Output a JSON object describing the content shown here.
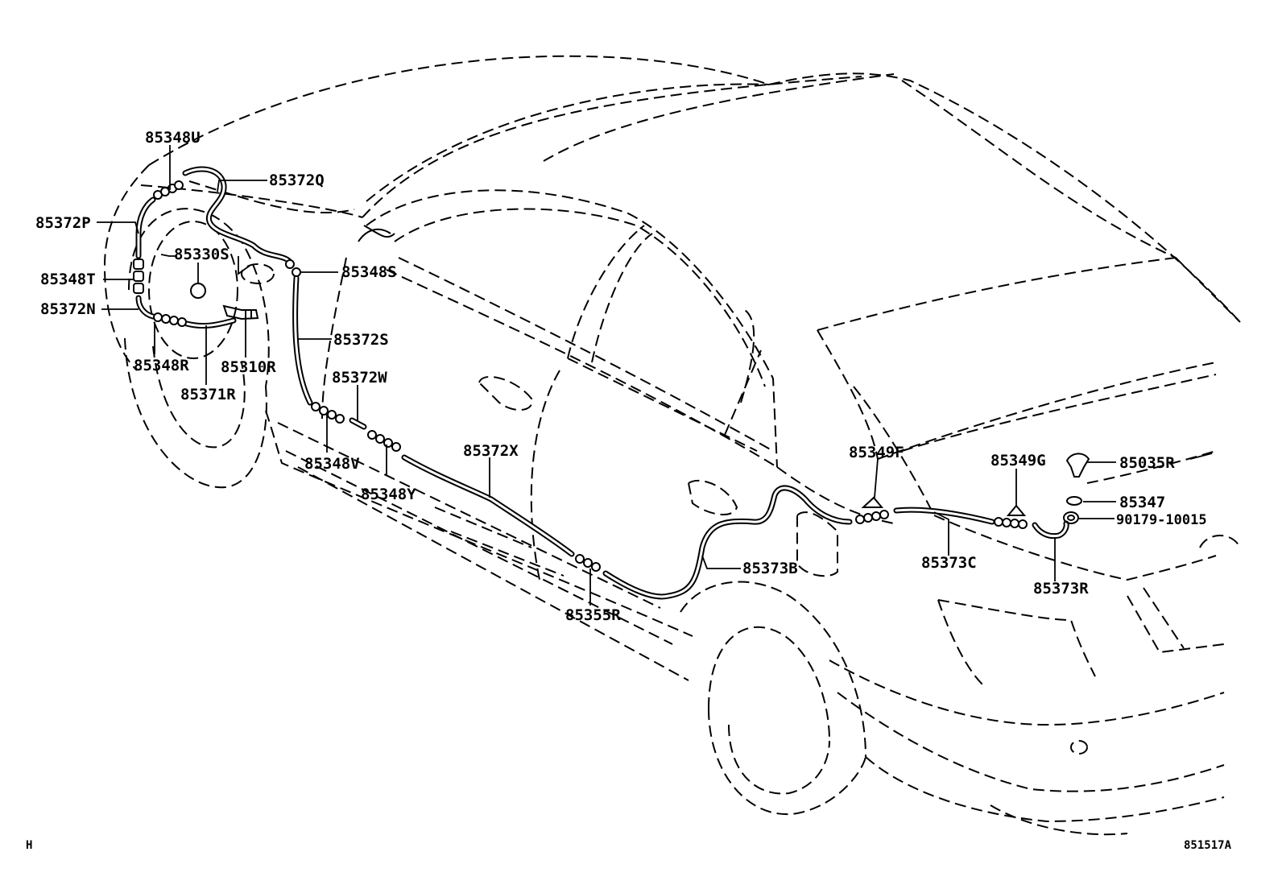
{
  "diagram": {
    "corner_left": "H",
    "figure_code": "851517A",
    "labels": {
      "p85348U": "85348U",
      "p85372Q": "85372Q",
      "p85372P": "85372P",
      "p85330S": "85330S",
      "p85348T": "85348T",
      "p85348S": "85348S",
      "p85372N": "85372N",
      "p85372S": "85372S",
      "p85348R": "85348R",
      "p85310R": "85310R",
      "p85371R": "85371R",
      "p85372W": "85372W",
      "p85348V": "85348V",
      "p85372X": "85372X",
      "p85348Y": "85348Y",
      "p85349F": "85349F",
      "p85349G": "85349G",
      "p85035R": "85035R",
      "p85347": "85347",
      "p90179_10015": "90179-10015",
      "p85373B": "85373B",
      "p85373C": "85373C",
      "p85373R": "85373R",
      "p85355R": "85355R"
    }
  }
}
